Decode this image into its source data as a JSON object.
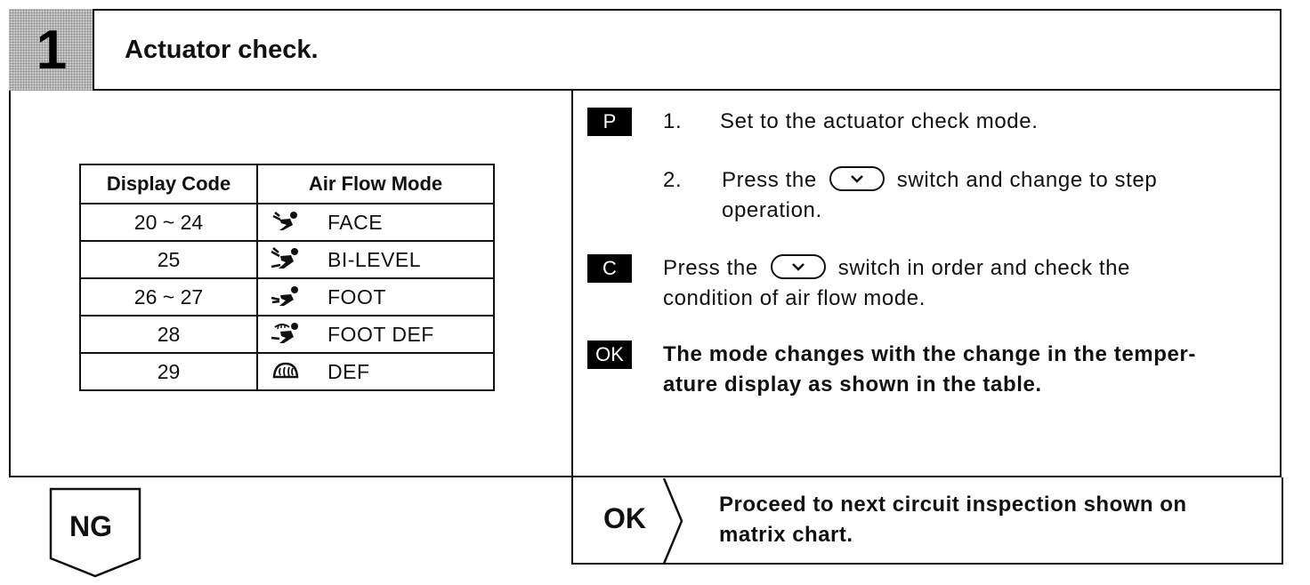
{
  "step": {
    "number": "1",
    "title": "Actuator check."
  },
  "table": {
    "headers": [
      "Display Code",
      "Air Flow Mode"
    ],
    "rows": [
      {
        "code": "20 ~ 24",
        "icon": "face-airflow-icon",
        "mode": "FACE"
      },
      {
        "code": "25",
        "icon": "bi-level-airflow-icon",
        "mode": "BI-LEVEL"
      },
      {
        "code": "26 ~ 27",
        "icon": "foot-airflow-icon",
        "mode": "FOOT"
      },
      {
        "code": "28",
        "icon": "foot-def-airflow-icon",
        "mode": "FOOT DEF"
      },
      {
        "code": "29",
        "icon": "defroster-icon",
        "mode": "DEF"
      }
    ]
  },
  "procedure": {
    "p_badge": "P",
    "p_step1_num": "1.",
    "p_step1": "Set to the actuator check mode.",
    "p_step2_num": "2.",
    "p_step2_a": "Press the",
    "p_step2_b": "switch and change to step",
    "p_step2_c": "operation.",
    "c_badge": "C",
    "c_text_a": "Press the",
    "c_text_b": "switch in order and check the",
    "c_text_c": "condition of air flow mode.",
    "ok_badge": "OK",
    "ok_text_a": "The mode changes with the change in the temper-",
    "ok_text_b": "ature display as shown in the table.",
    "switch_icon": "down-chevron-switch-icon"
  },
  "result_ok": {
    "label": "OK",
    "text_a": "Proceed to next circuit inspection shown on",
    "text_b": "matrix chart."
  },
  "result_ng": {
    "label": "NG"
  }
}
